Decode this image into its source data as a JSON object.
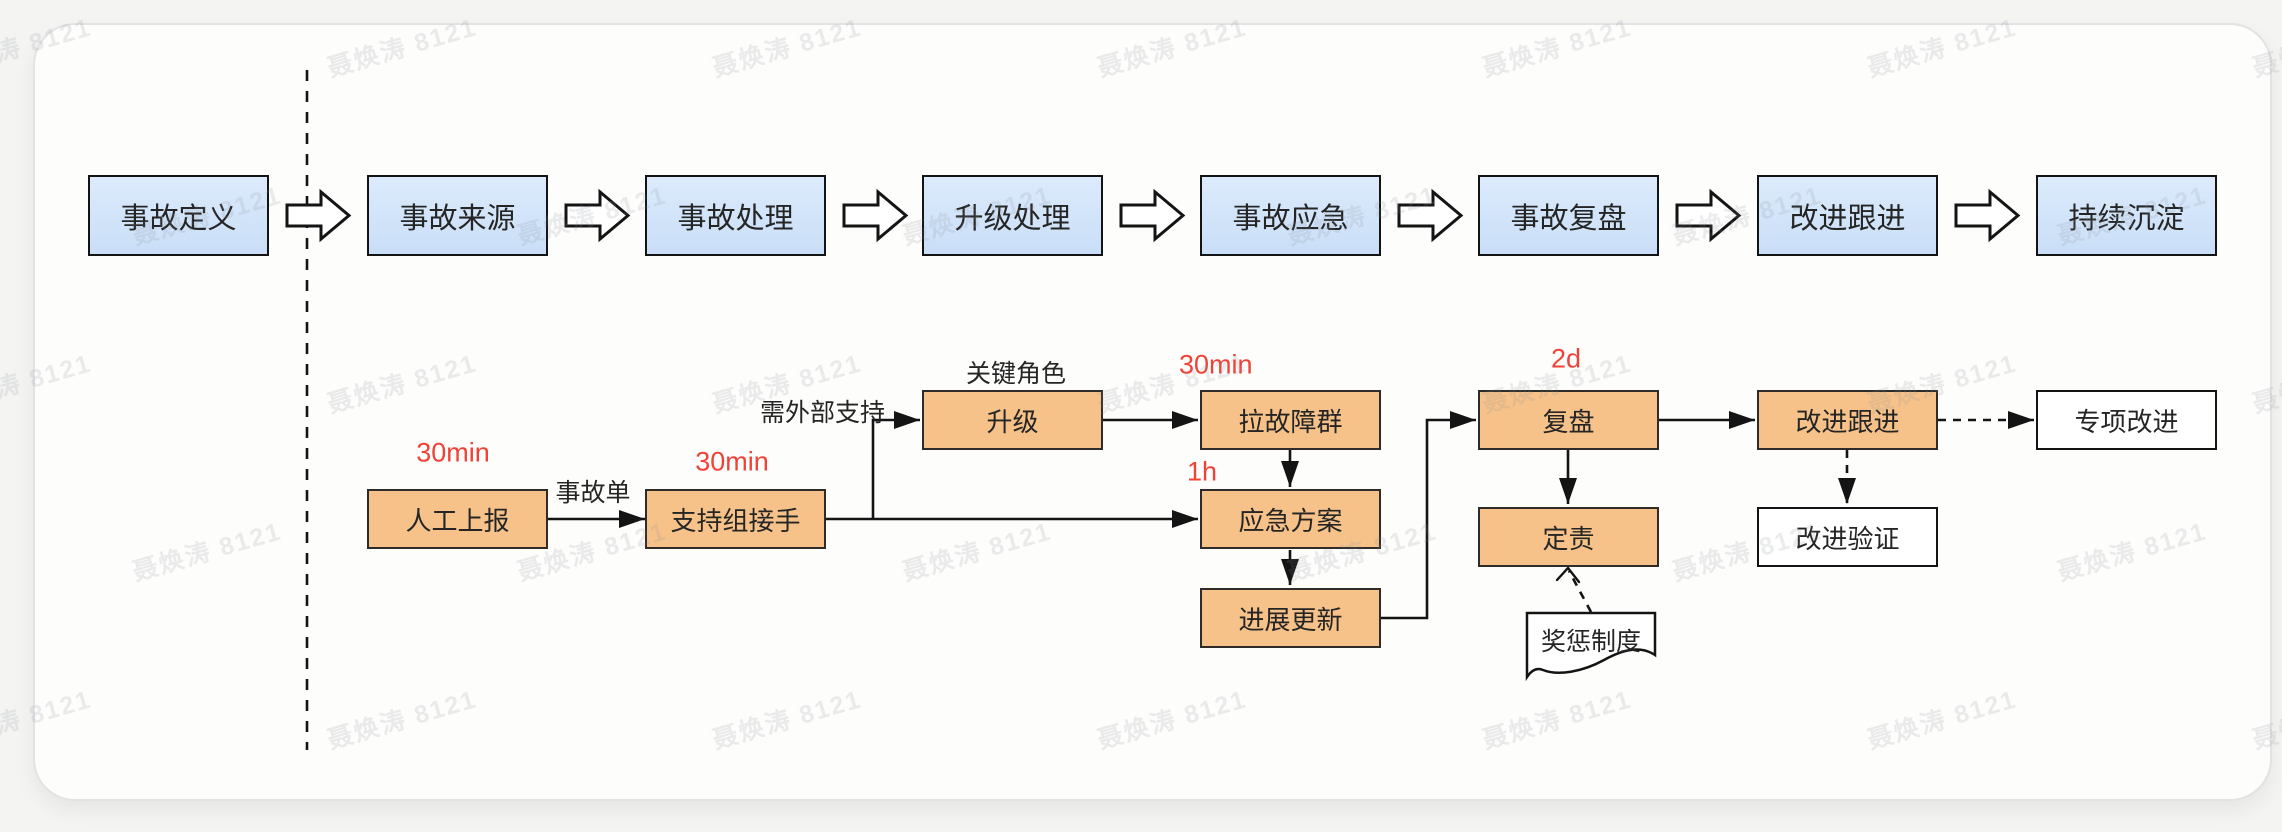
{
  "stages": [
    "事故定义",
    "事故来源",
    "事故处理",
    "升级处理",
    "事故应急",
    "事故复盘",
    "改进跟进",
    "持续沉淀"
  ],
  "flow": {
    "manual_report": "人工上报",
    "support_takeover": "支持组接手",
    "escalate": "升级",
    "create_incident_group": "拉故障群",
    "emergency_plan": "应急方案",
    "progress_update": "进展更新",
    "review": "复盘",
    "assign_responsibility": "定责",
    "reward_punishment_policy": "奖惩制度",
    "improvement_followup": "改进跟进",
    "improvement_verification": "改进验证",
    "special_improvement": "专项改进"
  },
  "edge_labels": {
    "incident_ticket": "事故单",
    "need_external_support": "需外部支持",
    "key_role": "关键角色"
  },
  "sla": {
    "manual_report": "30min",
    "support_takeover": "30min",
    "create_incident_group": "30min",
    "emergency_plan": "1h",
    "review": "2d"
  },
  "watermark": {
    "text": "聂焕涛 8121"
  },
  "colors": {
    "stage_fill_top": "#dcebfc",
    "stage_fill_bottom": "#c9def7",
    "task_fill": "#f6c289",
    "sla_red": "#f04237",
    "line": "#141414",
    "page_bg": "#f4f4f2",
    "panel_bg": "#fdfdfc"
  }
}
